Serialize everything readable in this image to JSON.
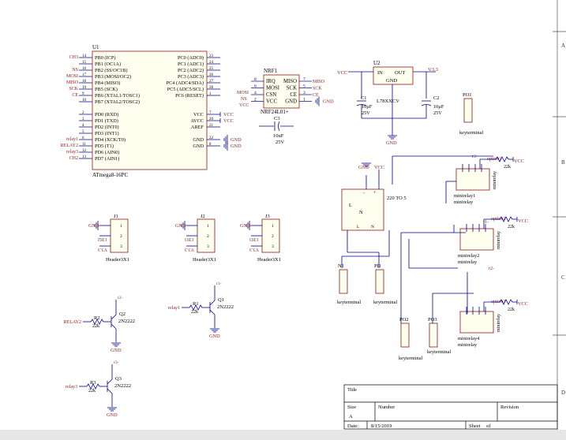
{
  "border": {
    "zone_letters": [
      "A",
      "B",
      "C",
      "D"
    ]
  },
  "mcu": {
    "ref": "U1",
    "part": "ATmega8-16PC",
    "left_pins": [
      {
        "num": "14",
        "name": "PB0 (ICP)",
        "net": "CH3"
      },
      {
        "num": "15",
        "name": "PB1 (OC1A)",
        "net": ""
      },
      {
        "num": "16",
        "name": "PB2 (SS/OC1B)",
        "net": "NS"
      },
      {
        "num": "17",
        "name": "PB3 (MOSI/OC2)",
        "net": "MOSI"
      },
      {
        "num": "18",
        "name": "PB4 (MISO)",
        "net": "MISO"
      },
      {
        "num": "19",
        "name": "PB5 (SCK)",
        "net": "SCK"
      },
      {
        "num": "9",
        "name": "PB6 (XTAL1/TOSC1)",
        "net": "CE"
      },
      {
        "num": "10",
        "name": "PB7 (XTAL2/TOSC2)",
        "net": ""
      },
      {
        "num": "2",
        "name": "PD0 (RXD)",
        "net": ""
      },
      {
        "num": "3",
        "name": "PD1 (TXD)",
        "net": ""
      },
      {
        "num": "4",
        "name": "PD2 (INT0)",
        "net": ""
      },
      {
        "num": "5",
        "name": "PD3 (INT1)",
        "net": ""
      },
      {
        "num": "6",
        "name": "PD4 (XCK/T0)",
        "net": "relay1"
      },
      {
        "num": "11",
        "name": "PD5 (T1)",
        "net": "RELAY2"
      },
      {
        "num": "12",
        "name": "PD6 (AIN0)",
        "net": "relay3"
      },
      {
        "num": "13",
        "name": "PD7 (AIN1)",
        "net": "CH2"
      }
    ],
    "right_pins": [
      {
        "num": "23",
        "name": "PC0 (ADC0)",
        "net": ""
      },
      {
        "num": "24",
        "name": "PC1 (ADC1)",
        "net": ""
      },
      {
        "num": "25",
        "name": "PC2 (ADC2)",
        "net": ""
      },
      {
        "num": "26",
        "name": "PC3 (ADC3)",
        "net": ""
      },
      {
        "num": "27",
        "name": "PC4 (ADC4/SDA)",
        "net": ""
      },
      {
        "num": "28",
        "name": "PC5 (ADC5/SCL)",
        "net": ""
      },
      {
        "num": "1",
        "name": "PC6 (RESET)",
        "net": ""
      },
      {
        "num": "7",
        "name": "VCC",
        "net": "VCC"
      },
      {
        "num": "20",
        "name": "AVCC",
        "net": "VCC"
      },
      {
        "num": "21",
        "name": "AREF",
        "net": ""
      },
      {
        "num": "22",
        "name": "GND",
        "net": "GND"
      },
      {
        "num": "8",
        "name": "GND",
        "net": "GND"
      }
    ]
  },
  "nrf": {
    "ref": "NRF1",
    "part": "NRF24L01+",
    "rows": [
      {
        "lnum": "8",
        "lname": "IRQ",
        "rname": "MISO",
        "rnum": "7",
        "rnet": "MISO"
      },
      {
        "lnum": "6",
        "lname": "MOSI",
        "rname": "SCK",
        "rnum": "5",
        "rnet": "SCK"
      },
      {
        "lnum": "4",
        "lname": "CSN",
        "rname": "CE",
        "rnum": "3",
        "rnet": "CE"
      },
      {
        "lnum": "2",
        "lname": "VCC",
        "rname": "GND",
        "rnum": "1",
        "rnet": "GND"
      }
    ],
    "left_nets": [
      "MOSI",
      "NS",
      "VCC"
    ]
  },
  "regulator": {
    "ref": "U2",
    "part": "L78XXCV",
    "in": "IN",
    "out": "OUT",
    "gnd": "GND",
    "in_net": "VCC",
    "out_net": "V3.3"
  },
  "caps": {
    "c1": {
      "ref": "C1",
      "value": "10µF",
      "voltage": "25V"
    },
    "c2": {
      "ref": "C2",
      "value": "10µF",
      "voltage": "25V"
    },
    "c3": {
      "ref": "C3",
      "value": "10uF",
      "voltage": "25V"
    }
  },
  "power": {
    "gnd": "GND",
    "vcc": "VCC"
  },
  "headers": [
    {
      "ref": "J1",
      "part": "Header3X1",
      "nets": [
        "CH2",
        "V3.3"
      ]
    },
    {
      "ref": "J2",
      "part": "Header3X1",
      "nets": [
        "CH3",
        "V3.3"
      ]
    },
    {
      "ref": "J3",
      "part": "Header3X1",
      "nets": [
        "CH3",
        "V3.3"
      ]
    }
  ],
  "transistors": [
    {
      "q": "Q2",
      "part": "2N2222",
      "r": "R2",
      "rval": "22k",
      "base_net": "RELAY2",
      "coll_net": "r2-"
    },
    {
      "q": "Q1",
      "part": "2N2222",
      "r": "R1",
      "rval": "22k",
      "base_net": "relay1",
      "coll_net": "r1-"
    },
    {
      "q": "Q3",
      "part": "2N2222",
      "r": "R3",
      "rval": "22k",
      "base_net": "relay3",
      "coll_net": "r3-"
    }
  ],
  "converter": {
    "ref": "220 TO 5",
    "label": "220 TO 5",
    "pins": [
      "L",
      "N",
      "-",
      "+"
    ]
  },
  "keyterminals": [
    {
      "ref": "PO1",
      "part": "keyterminal"
    },
    {
      "ref": "N1",
      "part": "keyterminal"
    },
    {
      "ref": "PI1",
      "part": "keyterminal"
    },
    {
      "ref": "PO2",
      "part": "keyterminal"
    },
    {
      "ref": "PO3",
      "part": "keyterminal"
    }
  ],
  "relays": [
    {
      "ref": "minirelay1",
      "part": "minirelay",
      "coil_net": "r1-",
      "opt": "option1",
      "rval": "22k"
    },
    {
      "ref": "minirelay2",
      "part": "minirelay",
      "coil_net": "r2-",
      "opt": "option2",
      "rval": "22k"
    },
    {
      "ref": "minirelay4",
      "part": "minirelay",
      "coil_net": "r3-",
      "opt": "option3",
      "rval": "22k"
    }
  ],
  "title_block": {
    "title": "Title",
    "size": "Size",
    "size_val": "A",
    "number": "Number",
    "revision": "Revision",
    "date": "Date:",
    "date_val": "8/15/2019",
    "sheet": "Sheet",
    "of": "of"
  }
}
